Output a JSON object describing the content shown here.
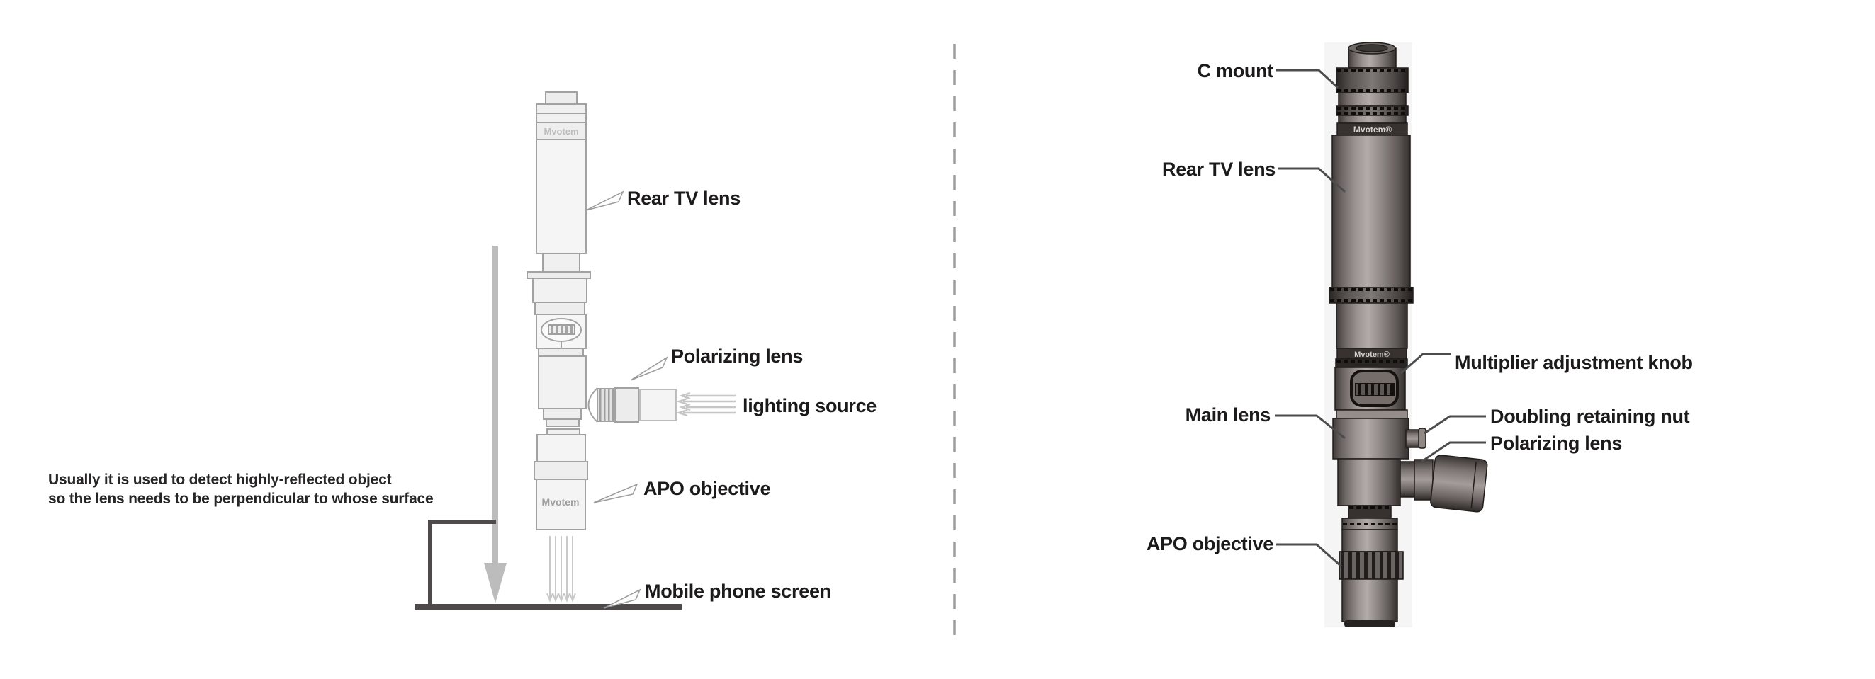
{
  "left_diagram": {
    "note_line1": "Usually it is used to detect highly-reflected object",
    "note_line2": "so the lens needs to be perpendicular to whose surface",
    "brand_top": "Mvotem",
    "brand_objective": "Mvotem",
    "labels": {
      "rear_tv_lens": "Rear TV lens",
      "polarizing_lens": "Polarizing lens",
      "lighting_source": "lighting source",
      "apo_objective": "APO objective",
      "mobile_phone_screen": "Mobile phone screen"
    }
  },
  "right_diagram": {
    "brand_upper": "Mvotem®",
    "brand_lower": "Mvotem®",
    "labels": {
      "c_mount": "C mount",
      "rear_tv_lens": "Rear TV lens",
      "multiplier_adjustment_knob": "Multiplier adjustment knob",
      "main_lens": "Main lens",
      "doubling_retaining_nut": "Doubling retaining nut",
      "polarizing_lens": "Polarizing lens",
      "apo_objective": "APO objective"
    }
  },
  "colors": {
    "background": "#ffffff",
    "label_text": "#1c1a1a",
    "note_text": "#262424",
    "line_drawing_stroke": "#a2a2a2",
    "line_drawing_fill": "#f2f2f2",
    "stand_and_ground": "#4e4a49",
    "big_arrow": "#bcbcbc",
    "divider_dash": "#9c9c9c",
    "leader_line": "#4c4c4c",
    "render_body_mid": "#b2aba9",
    "render_body_dark": "#332f2d",
    "render_brand_band": "#37322f",
    "render_brand_text": "#d6d1cf"
  }
}
